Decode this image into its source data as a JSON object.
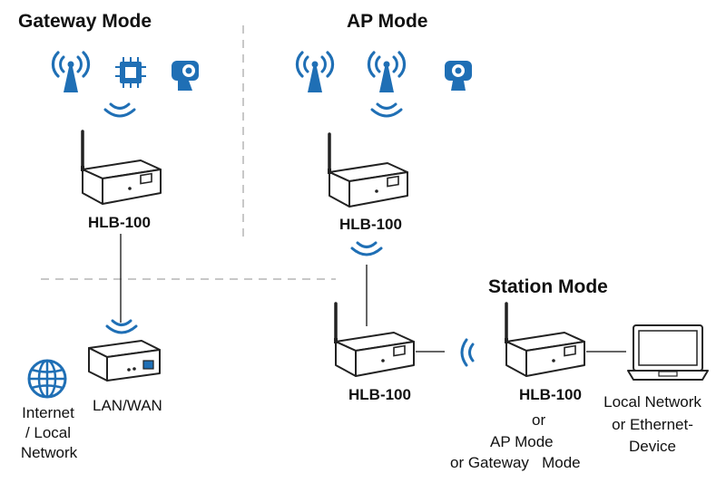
{
  "sections": {
    "gateway_title": "Gateway Mode",
    "ap_title": "AP Mode",
    "station_title": "Station Mode"
  },
  "devices": {
    "gateway_router": "HLB-100",
    "ap_router": "HLB-100",
    "station_left_router": "HLB-100",
    "station_right_router": "HLB-100",
    "lan_device": "LAN/WAN"
  },
  "labels": {
    "internet_line1": "Internet",
    "internet_line2": "/ Local",
    "internet_line3": "Network",
    "or": "or",
    "ap_mode": "AP Mode",
    "or_gateway_mode": "or Gateway   Mode",
    "local_network_line1": "Local Network",
    "local_network_line2": "or Ethernet-",
    "local_network_line3": "Device"
  },
  "colors": {
    "accent_blue": "#1f6fb5",
    "line": "#333333",
    "divider": "#b5b5b5",
    "device_body": "#ffffff"
  },
  "icons": [
    "antenna-tower-icon",
    "iot-chip-icon",
    "camera-icon",
    "globe-icon",
    "laptop-icon",
    "wifi-waves-icon",
    "router-icon"
  ]
}
